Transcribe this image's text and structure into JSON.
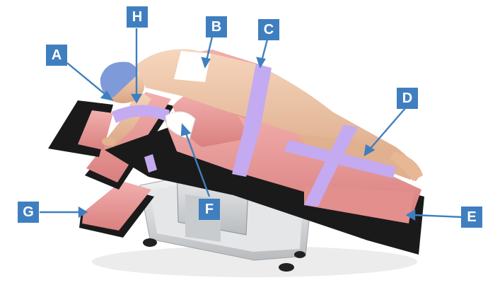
{
  "colors": {
    "callout_fill": "#3f7fbf",
    "callout_text": "#ffffff",
    "pad_pink": "#e89a9a",
    "strap_lavender": "#c4aaf0",
    "frame_black": "#1a1a1a",
    "steel": "#d8dadc",
    "skin": "#ecc4a6",
    "cap_blue": "#7f9ad8"
  },
  "callouts": [
    {
      "id": "A",
      "label": "A"
    },
    {
      "id": "B",
      "label": "B"
    },
    {
      "id": "C",
      "label": "C"
    },
    {
      "id": "D",
      "label": "D"
    },
    {
      "id": "E",
      "label": "E"
    },
    {
      "id": "F",
      "label": "F"
    },
    {
      "id": "G",
      "label": "G"
    },
    {
      "id": "H",
      "label": "H"
    }
  ]
}
